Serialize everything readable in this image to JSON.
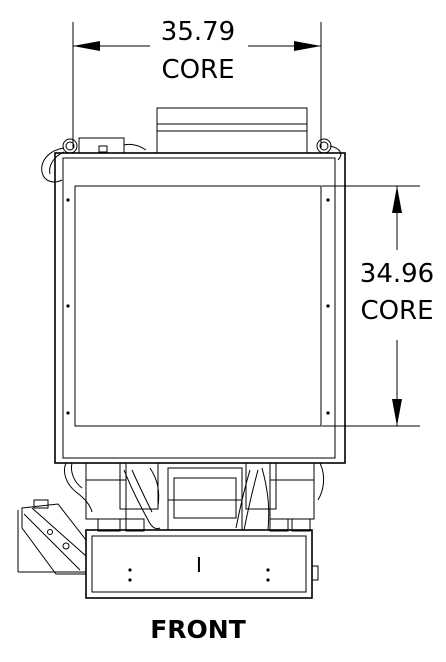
{
  "dimensions": {
    "width": {
      "value": "35.79",
      "label": "CORE"
    },
    "height": {
      "value": "34.96",
      "label": "CORE"
    }
  },
  "view_label": "FRONT",
  "component_mark": "I"
}
